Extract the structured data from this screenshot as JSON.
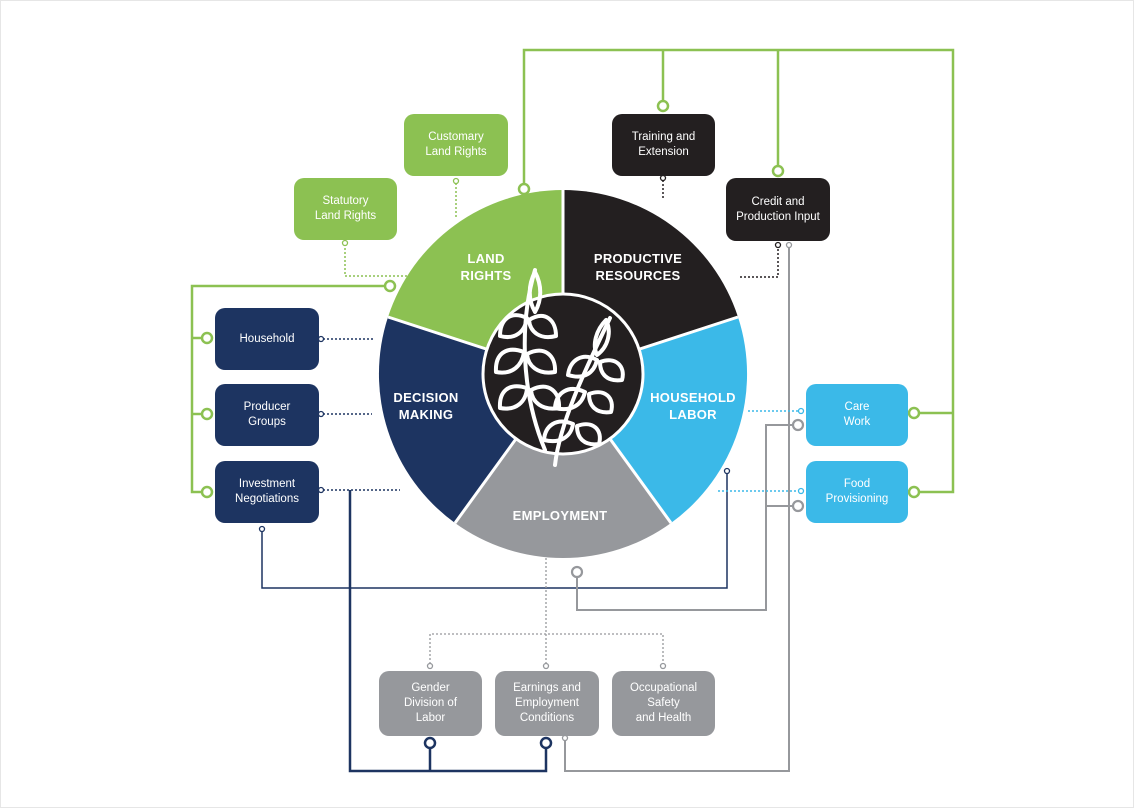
{
  "colors": {
    "land_rights": "#8cc152",
    "productive_resources": "#231f20",
    "household_labor": "#3bb9e8",
    "employment": "#96989c",
    "decision_making": "#1d3461"
  },
  "segments": {
    "land_rights": [
      "LAND",
      "RIGHTS"
    ],
    "productive_resources": [
      "PRODUCTIVE",
      "RESOURCES"
    ],
    "household_labor": [
      "HOUSEHOLD",
      "LABOR"
    ],
    "employment": [
      "EMPLOYMENT"
    ],
    "decision_making": [
      "DECISION",
      "MAKING"
    ]
  },
  "center_icon": "wheat-icon",
  "boxes": {
    "customary_land_rights": [
      "Customary",
      "Land Rights"
    ],
    "statutory_land_rights": [
      "Statutory",
      "Land Rights"
    ],
    "training_extension": [
      "Training and",
      "Extension"
    ],
    "credit_production_input": [
      "Credit and",
      "Production Input"
    ],
    "household": [
      "Household"
    ],
    "producer_groups": [
      "Producer",
      "Groups"
    ],
    "investment_negotiations": [
      "Investment",
      "Negotiations"
    ],
    "care_work": [
      "Care",
      "Work"
    ],
    "food_provisioning": [
      "Food",
      "Provisioning"
    ],
    "gender_division_labor": [
      "Gender",
      "Division of",
      "Labor"
    ],
    "earnings_employment": [
      "Earnings and",
      "Employment",
      "Conditions"
    ],
    "occupational_safety": [
      "Occupational",
      "Safety",
      "and Health"
    ]
  }
}
